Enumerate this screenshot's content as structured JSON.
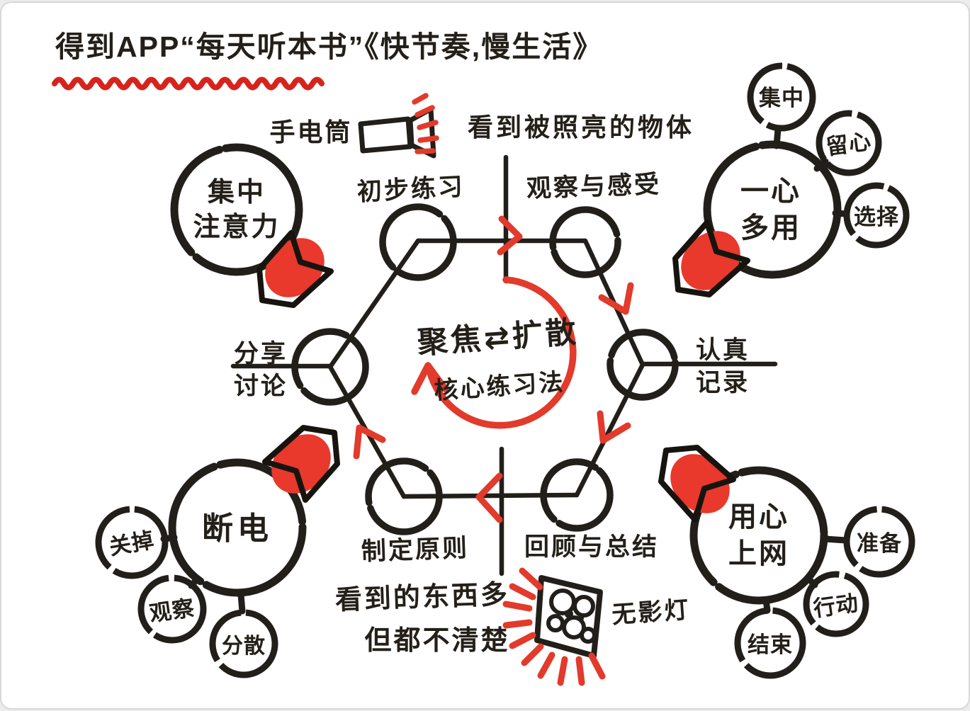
{
  "palette": {
    "ink": "#221f1b",
    "red": "#e23a2b",
    "deep_red": "#d6241c",
    "paper": "#ffffff"
  },
  "title": {
    "text": "得到APP“每天听本书”《快节奏,慢生活》"
  },
  "torch": {
    "label": "手电筒",
    "result": "看到被照亮的物体"
  },
  "cycle": {
    "center_title": "聚焦⇄扩散",
    "center_subtitle": "核心练习法",
    "nodes": {
      "top_left": "初步练习",
      "top_right": "观察与感受",
      "right": "认真\n记录",
      "bottom_right": "回顾与总结",
      "bottom_left": "制定原则",
      "left": "分享\n讨论"
    }
  },
  "clusters": {
    "focus": {
      "label": "集中\n注意力"
    },
    "multitask": {
      "label": "一心\n多用",
      "satellites": [
        "集中",
        "留心",
        "选择"
      ]
    },
    "power_off": {
      "label": "断电",
      "satellites": [
        "关掉",
        "观察",
        "分散"
      ]
    },
    "mindful_online": {
      "label": "用心\n上网",
      "satellites": [
        "准备",
        "行动",
        "结束"
      ]
    }
  },
  "lamp": {
    "label": "无影灯",
    "caption1": "看到的东西多",
    "caption2": "但都不清楚"
  }
}
